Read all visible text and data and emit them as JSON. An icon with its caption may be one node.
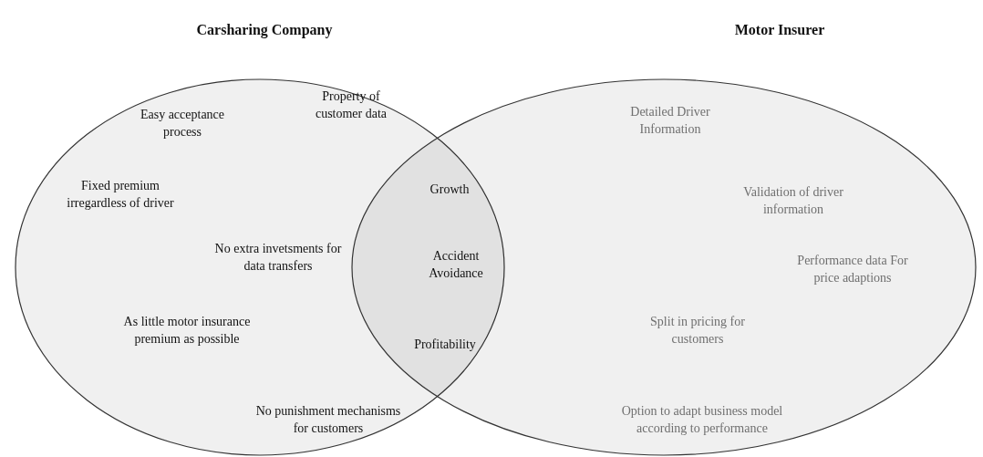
{
  "diagram": {
    "nodes": [
      {
        "text": [
          "Carsharing Company",
          "Property of customer data",
          "Easy acceptance process",
          "Fixed premium irregardless of driver",
          "No extra invetsments for data transfers",
          "As little motor insurance premium as possible",
          "No punishment mechanisms for customers"
        ]
      },
      {
        "text": [
          "Motor Insurer",
          "Detailed Driver Information",
          "Validation of driver information",
          "Performance data For price adaptions",
          "Split in pricing for customers",
          "Option to adapt business model according to performance"
        ]
      }
    ],
    "labels": [
      "Growth",
      "Accident Avoidance",
      "Profitability"
    ]
  }
}
